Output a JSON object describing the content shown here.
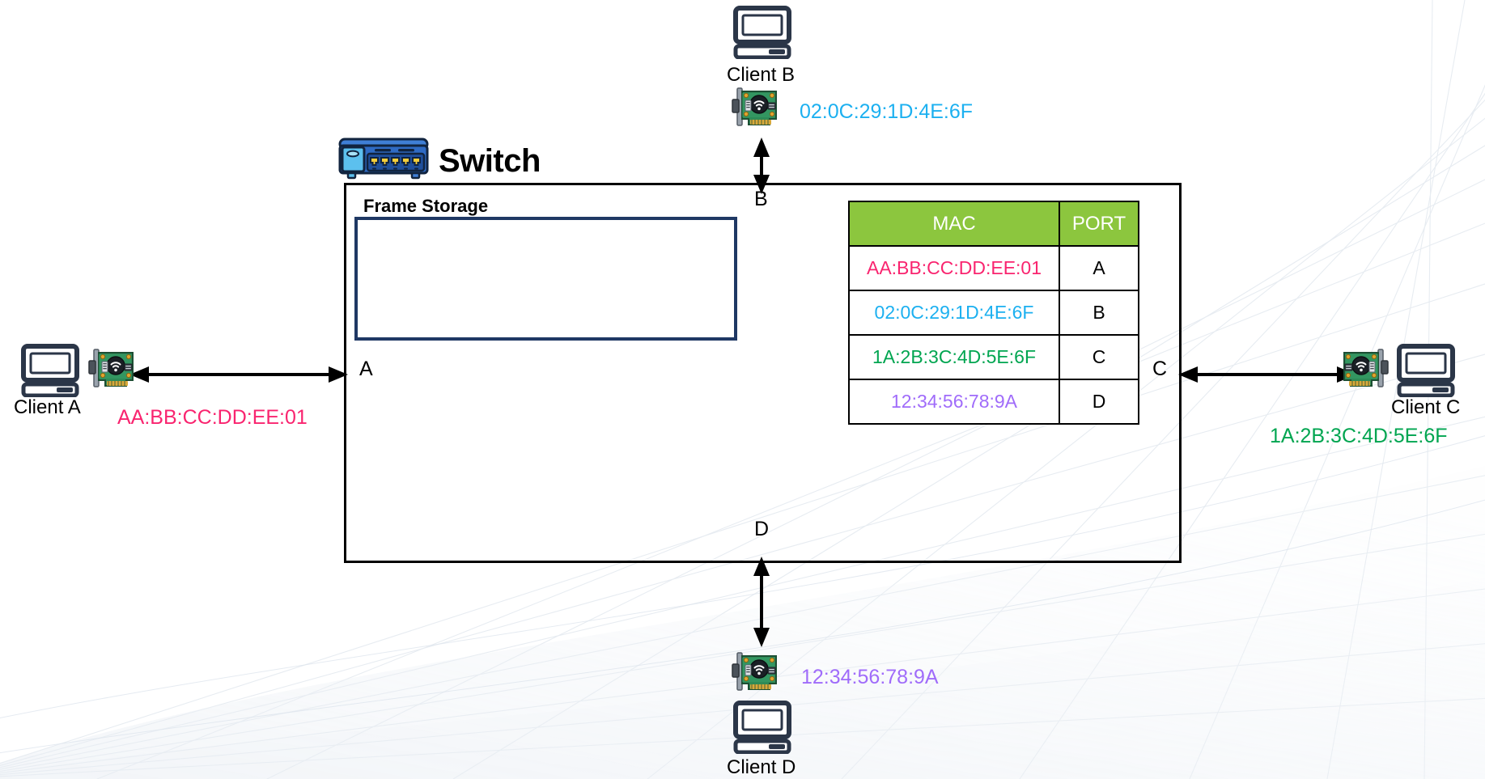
{
  "diagram": {
    "title": "Switch",
    "frame_storage_label": "Frame Storage",
    "frame_storage_contents": ""
  },
  "mac_table": {
    "headers": {
      "mac": "MAC",
      "port": "PORT"
    },
    "header_bg": "#8CC63E",
    "rows": [
      {
        "mac": "AA:BB:CC:DD:EE:01",
        "port": "A",
        "color": "#F9246F"
      },
      {
        "mac": "02:0C:29:1D:4E:6F",
        "port": "B",
        "color": "#1CB0F0"
      },
      {
        "mac": "1A:2B:3C:4D:5E:6F",
        "port": "C",
        "color": "#00A550"
      },
      {
        "mac": "12:34:56:78:9A",
        "port": "D",
        "color": "#A06CFA"
      }
    ]
  },
  "ports": {
    "a": "A",
    "b": "B",
    "c": "C",
    "d": "D"
  },
  "clients": {
    "a": {
      "name": "Client A",
      "mac": "AA:BB:CC:DD:EE:01",
      "color": "#F9246F",
      "port": "A"
    },
    "b": {
      "name": "Client B",
      "mac": "02:0C:29:1D:4E:6F",
      "color": "#1CB0F0",
      "port": "B"
    },
    "c": {
      "name": "Client C",
      "mac": "1A:2B:3C:4D:5E:6F",
      "color": "#00A550",
      "port": "C"
    },
    "d": {
      "name": "Client D",
      "mac": "12:34:56:78:9A",
      "color": "#A06CFA",
      "port": "D"
    }
  },
  "icons": {
    "switch": "network-switch-icon",
    "computer": "desktop-computer-icon",
    "nic": "network-interface-card-icon",
    "arrow": "bidirectional-arrow-icon"
  },
  "colors": {
    "switch_border": "#000000",
    "frame_storage_border": "#1F3864",
    "background": "#FFFFFF",
    "computer_icon": "#2B3648"
  }
}
